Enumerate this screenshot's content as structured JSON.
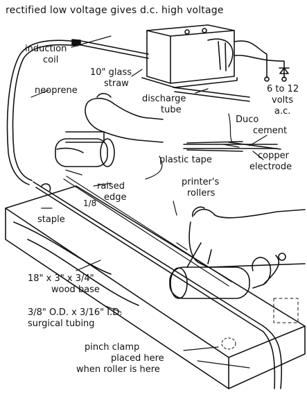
{
  "title": "rectified low voltage gives d.c. high voltage",
  "labels": {
    "induction_coil": [
      "induction",
      "coil"
    ],
    "glass_straw": [
      "10\" glass",
      "straw"
    ],
    "neoprene": "neoprene",
    "discharge_tube": [
      "discharge",
      "tube"
    ],
    "voltage": [
      "6 to 12",
      "volts",
      "a.c."
    ],
    "duco_cement": [
      "Duco",
      "cement"
    ],
    "plastic_tape": "plastic tape",
    "copper_electrode": [
      "copper",
      "electrode"
    ],
    "raised_edge": [
      "raised",
      "edge"
    ],
    "edge_size": "1/8",
    "printers_rollers": [
      "printer's",
      "rollers"
    ],
    "staple": "staple",
    "wood_base": [
      "18\" x 3\" x 3/4\"",
      "wood base"
    ],
    "tubing": [
      "3/8\" O.D. x 3/16\" I.D.",
      "surgical tubing"
    ],
    "pinch_clamp": [
      "pinch clamp",
      "placed here",
      "when roller is here"
    ]
  },
  "colors": {
    "ink": "#111111",
    "paper": "#ffffff"
  }
}
